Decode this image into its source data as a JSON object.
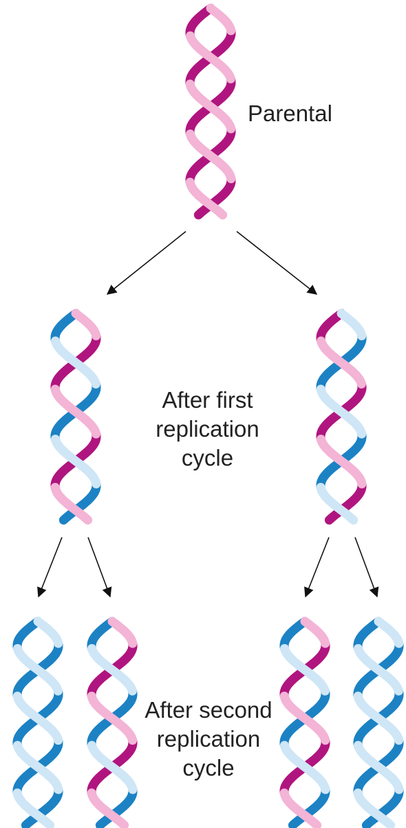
{
  "labels": {
    "parental": "Parental",
    "first_cycle": "After first\nreplication\ncycle",
    "second_cycle": "After second\nreplication\ncycle"
  },
  "colors": {
    "parental_strand": "#b0157f",
    "parental_strand_light": "#f3b4d6",
    "new_strand": "#1c82c4",
    "new_strand_light": "#cfe6f6",
    "arrow": "#111111"
  },
  "helices": [
    {
      "generation": "parental",
      "strands": [
        "parental",
        "parental"
      ]
    },
    {
      "generation": "first",
      "strands": [
        "parental",
        "new"
      ]
    },
    {
      "generation": "first",
      "strands": [
        "new",
        "parental"
      ]
    },
    {
      "generation": "second",
      "strands": [
        "new",
        "new"
      ]
    },
    {
      "generation": "second",
      "strands": [
        "parental",
        "new"
      ]
    },
    {
      "generation": "second",
      "strands": [
        "parental",
        "new"
      ]
    },
    {
      "generation": "second",
      "strands": [
        "new",
        "new"
      ]
    }
  ]
}
